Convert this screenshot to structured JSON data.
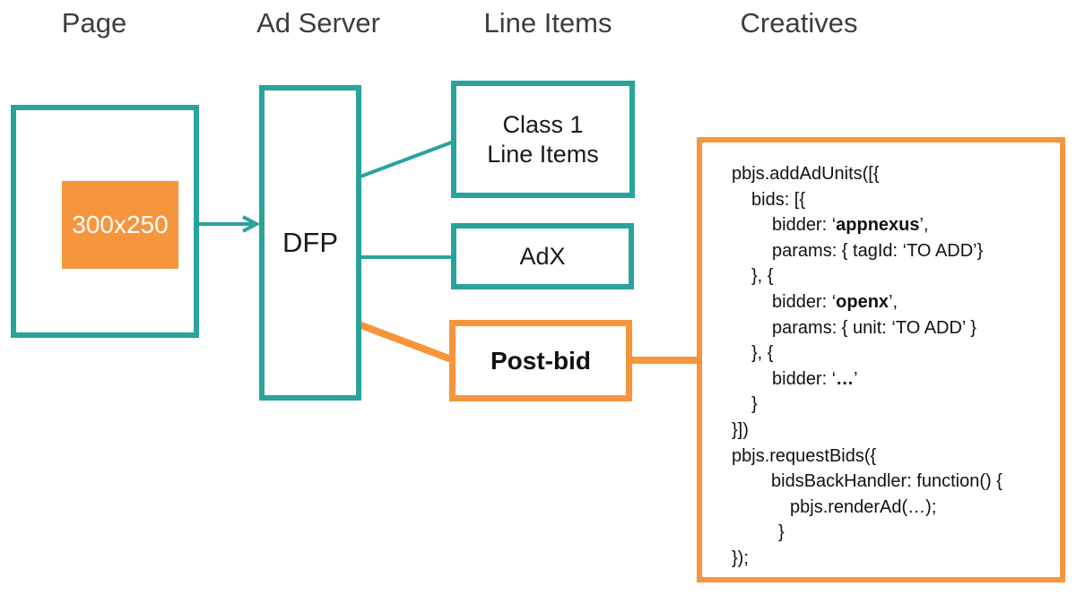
{
  "palette": {
    "teal": "#29a39b",
    "orange": "#f7953d",
    "header_text": "#3d3d3d",
    "code_text": "#111111",
    "ad_slot_text": "#ffffff"
  },
  "headers": {
    "page": "Page",
    "ad_server": "Ad Server",
    "line_items": "Line Items",
    "creatives": "Creatives"
  },
  "page": {
    "ad_slot_label": "300x250"
  },
  "ad_server": {
    "dfp_label": "DFP"
  },
  "line_items": {
    "class1_line1": "Class 1",
    "class1_line2": "Line Items",
    "adx_label": "AdX",
    "postbid_label": "Post-bid"
  },
  "creatives_code": {
    "lines": [
      {
        "indent": 33,
        "parts": [
          {
            "t": "pbjs.addAdUnits([{"
          }
        ]
      },
      {
        "indent": 55,
        "parts": [
          {
            "t": "bids: [{"
          }
        ]
      },
      {
        "indent": 78,
        "parts": [
          {
            "t": "bidder: ‘"
          },
          {
            "t": "appnexus",
            "bold": true
          },
          {
            "t": "’,"
          }
        ]
      },
      {
        "indent": 78,
        "parts": [
          {
            "t": "params: { tagId: ‘TO ADD’}"
          }
        ]
      },
      {
        "indent": 55,
        "parts": [
          {
            "t": "}, {"
          }
        ]
      },
      {
        "indent": 78,
        "parts": [
          {
            "t": "bidder: ‘"
          },
          {
            "t": "openx",
            "bold": true
          },
          {
            "t": "’,"
          }
        ]
      },
      {
        "indent": 78,
        "parts": [
          {
            "t": "params: { unit: ‘TO ADD’ }"
          }
        ]
      },
      {
        "indent": 55,
        "parts": [
          {
            "t": "}, {"
          }
        ]
      },
      {
        "indent": 78,
        "parts": [
          {
            "t": "bidder: ‘"
          },
          {
            "t": "…",
            "bold": true
          },
          {
            "t": "’"
          }
        ]
      },
      {
        "indent": 55,
        "parts": [
          {
            "t": "}"
          }
        ]
      },
      {
        "indent": 33,
        "parts": [
          {
            "t": "}])"
          }
        ]
      },
      {
        "indent": 33,
        "parts": [
          {
            "t": "pbjs.requestBids({"
          }
        ]
      },
      {
        "indent": 77,
        "parts": [
          {
            "t": "bidsBackHandler: function() {"
          }
        ]
      },
      {
        "indent": 98,
        "parts": [
          {
            "t": "pbjs.renderAd(…);"
          }
        ]
      },
      {
        "indent": 85,
        "parts": [
          {
            "t": "}"
          }
        ]
      },
      {
        "indent": 33,
        "parts": [
          {
            "t": "});"
          }
        ]
      }
    ]
  }
}
